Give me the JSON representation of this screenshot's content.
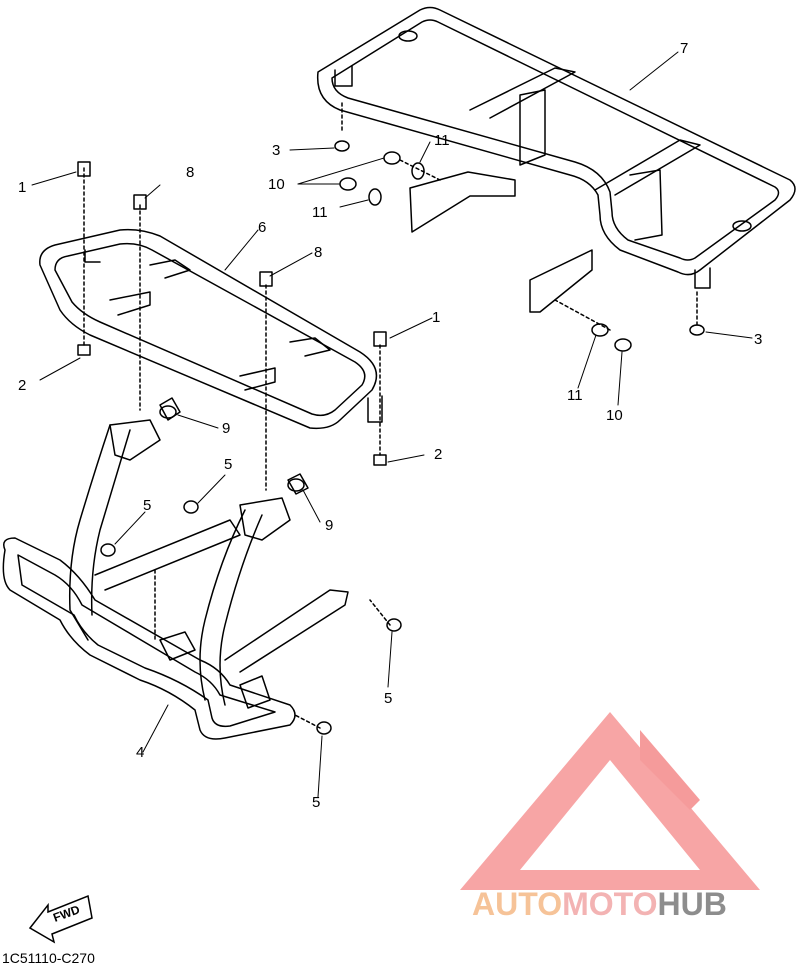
{
  "callouts": {
    "c1a": "1",
    "c1b": "1",
    "c2a": "2",
    "c2b": "2",
    "c3a": "3",
    "c3b": "3",
    "c4": "4",
    "c5a": "5",
    "c5b": "5",
    "c5c": "5",
    "c5d": "5",
    "c6": "6",
    "c7": "7",
    "c8a": "8",
    "c8b": "8",
    "c9a": "9",
    "c9b": "9",
    "c10a": "10",
    "c10b": "10",
    "c11a": "11",
    "c11b": "11",
    "c11c": "11"
  },
  "fwd_label": "FWD",
  "diagram_code": "1C51110-C270",
  "watermark": {
    "part1": "AUTO",
    "part2": "MOTO",
    "part3": "HUB",
    "color1": "#f5b987",
    "color2": "#f2a6a6",
    "color3": "#7a7a7a",
    "triangle_color": "#f48a8a"
  }
}
